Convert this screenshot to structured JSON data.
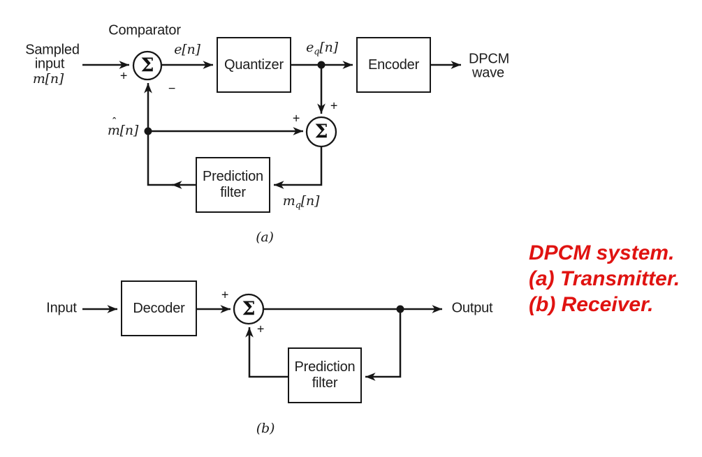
{
  "symbols": {
    "sigma": "Σ",
    "plus": "+",
    "minus": "−"
  },
  "transmitter": {
    "comparator_label": "Comparator",
    "source": {
      "line1": "Sampled",
      "line2": "input",
      "signal": "m[n]"
    },
    "error_signal": "e[n]",
    "quantized_error": {
      "base": "e",
      "sub": "q",
      "index": "[n]"
    },
    "predicted_signal": {
      "accent": "ˆ",
      "base": "m",
      "index": "[n]"
    },
    "quantized_message": {
      "base": "m",
      "sub": "q",
      "index": "[n]"
    },
    "blocks": {
      "quantizer": "Quantizer",
      "encoder": "Encoder",
      "prediction_filter_line1": "Prediction",
      "prediction_filter_line2": "filter"
    },
    "output": {
      "line1": "DPCM",
      "line2": "wave"
    },
    "caption": "(a)"
  },
  "receiver": {
    "input_label": "Input",
    "output_label": "Output",
    "blocks": {
      "decoder": "Decoder",
      "prediction_filter_line1": "Prediction",
      "prediction_filter_line2": "filter"
    },
    "caption": "(b)"
  },
  "annotation": {
    "color": "#e01311",
    "line1": "DPCM system.",
    "line2": "(a) Transmitter.",
    "line3": "(b) Receiver."
  }
}
